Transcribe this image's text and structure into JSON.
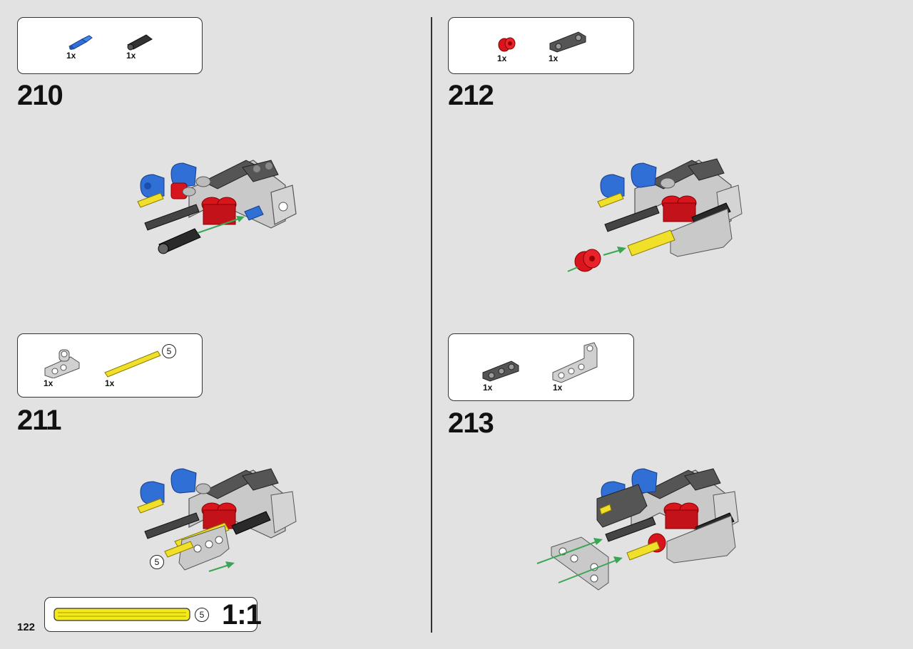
{
  "page_number": "122",
  "steps": [
    {
      "number": "210",
      "parts": [
        {
          "name": "blue-pin-with-axle",
          "qty": "1x"
        },
        {
          "name": "black-axle-connector",
          "qty": "1x"
        }
      ]
    },
    {
      "number": "211",
      "parts": [
        {
          "name": "light-gray-beam",
          "qty": "1x"
        },
        {
          "name": "yellow-axle",
          "qty": "1x",
          "length": "5"
        }
      ],
      "assembly_length": "5"
    },
    {
      "number": "212",
      "parts": [
        {
          "name": "red-bush",
          "qty": "1x"
        },
        {
          "name": "dark-gray-beam",
          "qty": "1x"
        }
      ]
    },
    {
      "number": "213",
      "parts": [
        {
          "name": "dark-gray-beam-small",
          "qty": "1x"
        },
        {
          "name": "light-gray-angled-beam",
          "qty": "1x"
        }
      ]
    }
  ],
  "scale_callout": {
    "length": "5",
    "scale": "1:1"
  },
  "colors": {
    "background": "#e2e2e2",
    "arrow": "#3aa655",
    "blue": "#2f6fd6",
    "red": "#d8141c",
    "yellow": "#f0e02a",
    "light_gray": "#c9c9c9",
    "dark_gray": "#555555",
    "black": "#222222"
  }
}
